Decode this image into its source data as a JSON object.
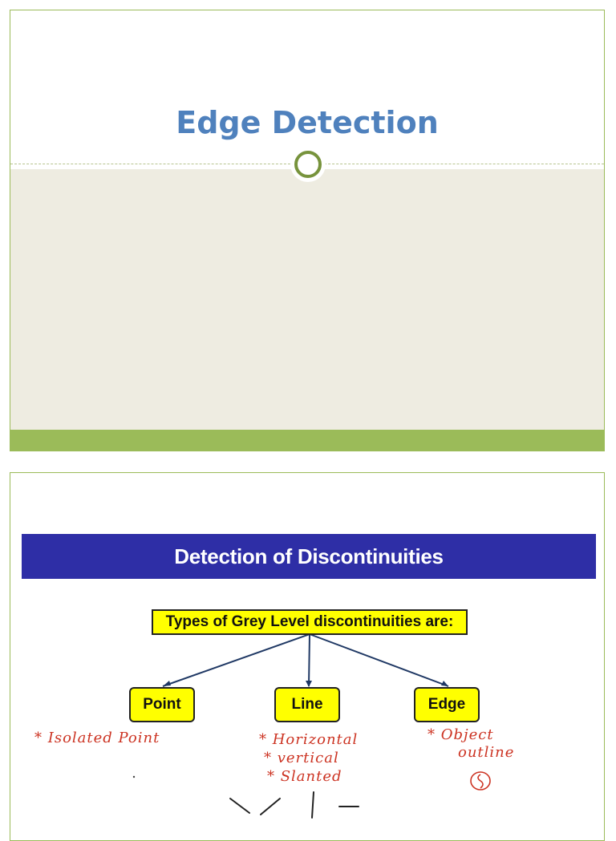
{
  "slide1": {
    "title": "Edge Detection",
    "colors": {
      "title": "#4f81bd",
      "accent": "#9bbb59",
      "body": "#eeece1"
    }
  },
  "slide2": {
    "banner_title": "Detection of Discontinuities",
    "root_box": "Types of Grey Level discontinuities are:",
    "categories": [
      "Point",
      "Line",
      "Edge"
    ],
    "notes": {
      "point": "* Isolated Point",
      "line": [
        "* Horizontal",
        "* vertical",
        "* Slanted"
      ],
      "edge": [
        "* Object",
        "outline"
      ]
    },
    "colors": {
      "banner": "#2e2ea6",
      "box": "#ffff00",
      "handwriting": "#cc3322"
    }
  }
}
